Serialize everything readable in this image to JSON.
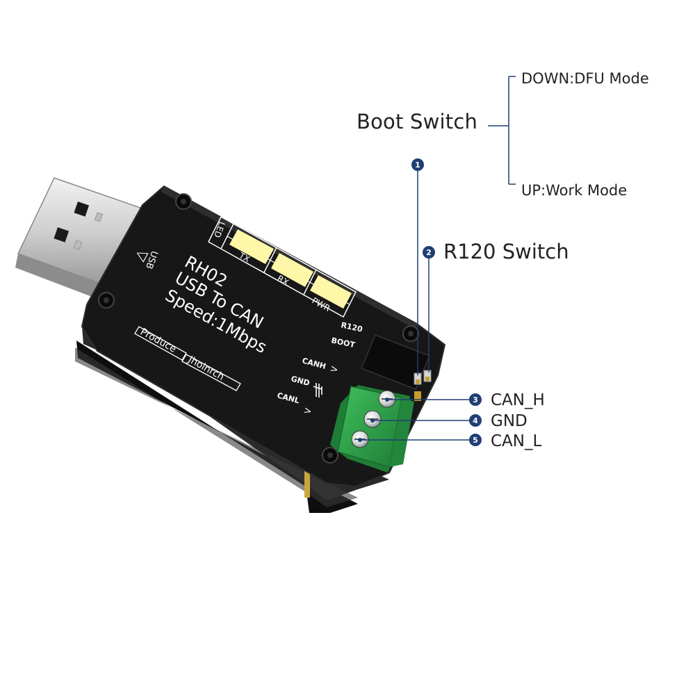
{
  "colors": {
    "callout_line": "#1f3f74",
    "badge": "#1f3f74",
    "enclosure": "#151515",
    "terminal_block": "#2fa24a",
    "led": "#fff7a8"
  },
  "callouts": {
    "boot_switch": {
      "label": "Boot Switch",
      "down": "DOWN:DFU Mode",
      "up": "UP:Work Mode",
      "badge": "1"
    },
    "r120_switch": {
      "label": "R120 Switch",
      "badge": "2"
    },
    "can_h": {
      "label": "CAN_H",
      "badge": "3"
    },
    "gnd": {
      "label": "GND",
      "badge": "4"
    },
    "can_l": {
      "label": "CAN_L",
      "badge": "5"
    }
  },
  "device": {
    "model": "RH02",
    "line2": "USB To CAN",
    "speed": "Speed:1Mbps",
    "produce": "Produce",
    "maker": "Jhoinrch",
    "usb_label": "USB",
    "led_label": "LED",
    "led_tx": "TX",
    "led_rx": "RX",
    "led_pwr": "PWR",
    "r120": "R120",
    "boot": "BOOT",
    "pin_canh": "CANH",
    "pin_gnd": "GND",
    "pin_canl": "CANL"
  }
}
